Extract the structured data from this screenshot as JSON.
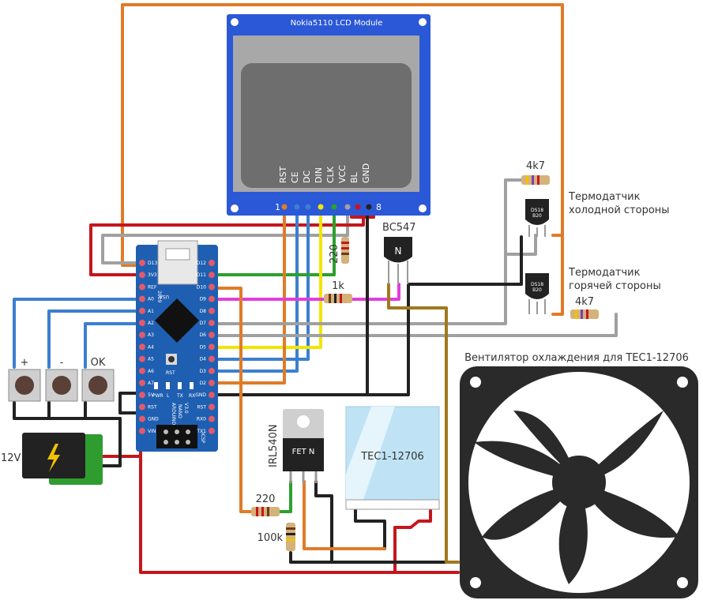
{
  "lcd": {
    "title": "Nokia5110  LCD  Module",
    "pins": [
      "RST",
      "CE",
      "DC",
      "DIN",
      "CLK",
      "VCC",
      "BL",
      "GND"
    ],
    "pin_first": "1",
    "pin_last": "8"
  },
  "arduino": {
    "left_pins": [
      "D13",
      "3V3",
      "REF",
      "A0",
      "A1",
      "A2",
      "A3",
      "A4",
      "A5",
      "A6",
      "A7",
      "5V",
      "RST",
      "GND",
      "VIN"
    ],
    "right_pins": [
      "D12",
      "D11",
      "D10",
      "D9",
      "D8",
      "D7",
      "D6",
      "D5",
      "D4",
      "D3",
      "D2",
      "GND",
      "RST",
      "RX0",
      "TX1"
    ],
    "board_text": [
      "ARDUINO",
      "NANO",
      "V3.0"
    ],
    "usa": "USA",
    "year": "2009",
    "rst": "RST",
    "leds": [
      "PWR",
      "L",
      "TX",
      "RX"
    ],
    "icsp": "ICSP"
  },
  "buttons": {
    "plus": "+",
    "minus": "-",
    "ok": "OK"
  },
  "power": {
    "label": "12V"
  },
  "transistor": {
    "label": "BC547",
    "marking": "N"
  },
  "mosfet": {
    "label": "IRL540N",
    "marking": "FET N"
  },
  "peltier": {
    "label": "TEC1-12706"
  },
  "fan": {
    "label": "Вентилятор охлаждения для TEC1-12706"
  },
  "resistors": {
    "r220_top": "220",
    "r1k": "1k",
    "r4k7_top": "4k7",
    "r4k7_bottom": "4k7",
    "r220_bottom": "220",
    "r100k": "100k"
  },
  "sensors": {
    "cold_line1": "Термодатчик",
    "cold_line2": "холодной стороны",
    "hot_line1": "Термодатчик",
    "hot_line2": "горячей стороны",
    "marking": [
      "DS18",
      "B20"
    ]
  },
  "colors": {
    "orange": "#e07b28",
    "red": "#c5161d",
    "gray": "#a0a0a0",
    "blue": "#3b7fd0",
    "green": "#2ca02c",
    "yellow": "#f2e500",
    "black": "#222222",
    "magenta": "#e13ed9",
    "brown": "#a0791e",
    "board": "#1f5fb1",
    "lcd_frame": "#2b58d6"
  }
}
